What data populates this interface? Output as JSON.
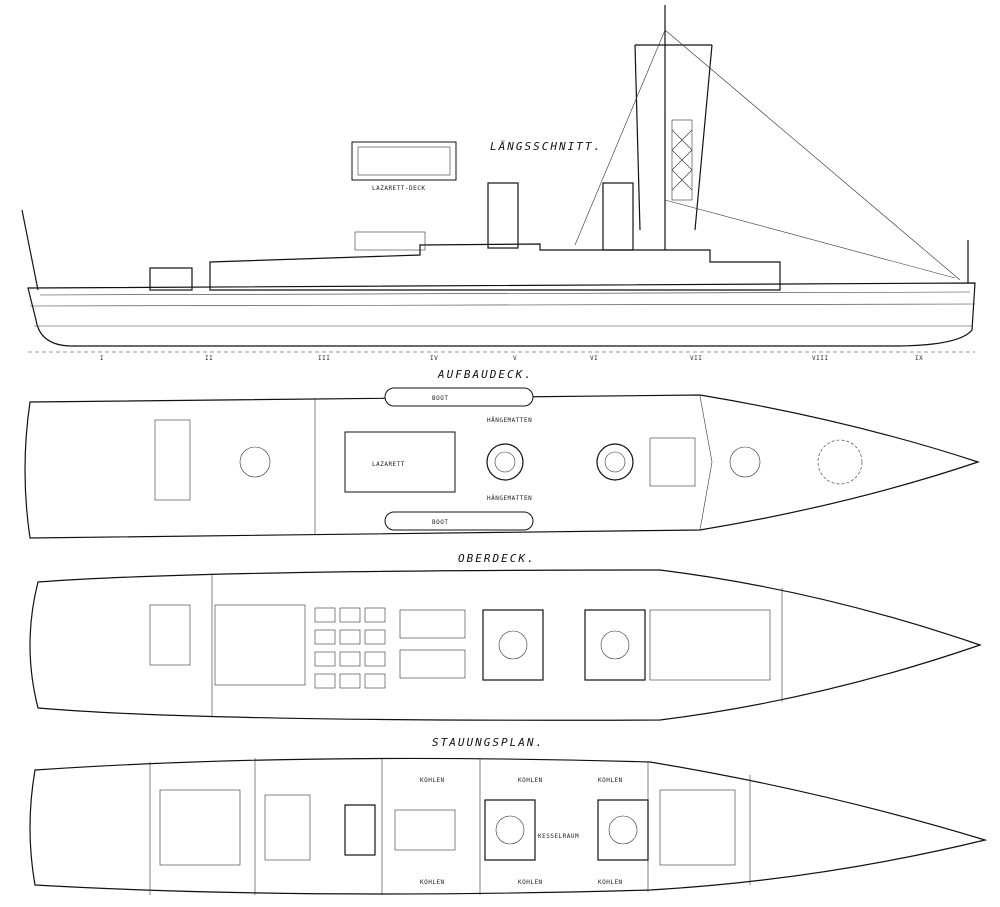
{
  "titles": {
    "longitudinal": "LÄNGSSCHNITT.",
    "superstructure_deck": "AUFBAUDECK.",
    "upper_deck": "OBERDECK.",
    "stowage_plan": "STAUUNGSPLAN."
  },
  "labels": {
    "sick_bay_deck": "LAZARETT-DECK",
    "sick_bay": "LAZARETT",
    "boat": "BOOT",
    "hangmatten": "HÄNGEMATTEN",
    "coal": "KOHLEN",
    "boiler_room": "KESSELRAUM"
  },
  "frame_marks": [
    "I",
    "II",
    "III",
    "IV",
    "V",
    "VI",
    "VII",
    "VIII",
    "IX"
  ],
  "colors": {
    "ink": "#111111",
    "paper": "#ffffff"
  }
}
